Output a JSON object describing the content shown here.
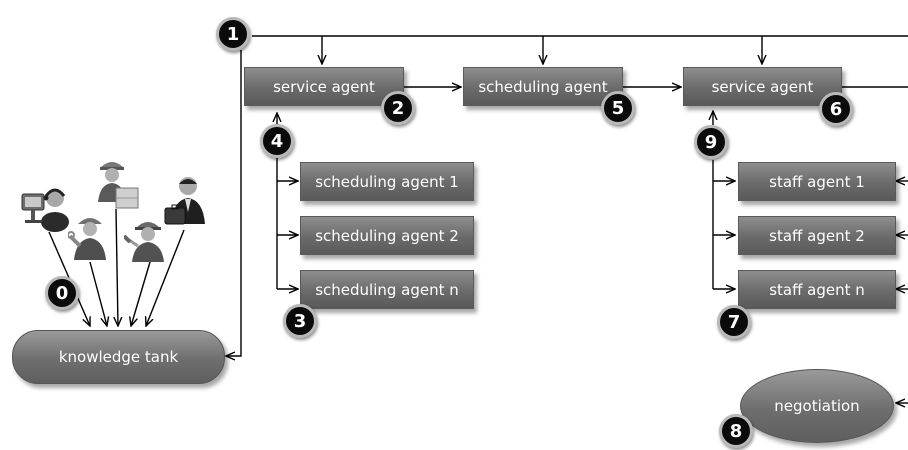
{
  "nodes": {
    "service_agent_1": "service agent",
    "scheduling_agent": "scheduling agent",
    "service_agent_2": "service agent",
    "scheduling_agent_1": "scheduling agent 1",
    "scheduling_agent_2": "scheduling agent 2",
    "scheduling_agent_n": "scheduling agent n",
    "staff_agent_1": "staff agent 1",
    "staff_agent_2": "staff agent 2",
    "staff_agent_n": "staff agent n",
    "knowledge_tank": "knowledge tank",
    "negotiation": "negotiation"
  },
  "badges": {
    "b0": "0",
    "b1": "1",
    "b2": "2",
    "b3": "3",
    "b4": "4",
    "b5": "5",
    "b6": "6",
    "b7": "7",
    "b8": "8",
    "b9": "9"
  },
  "icons": [
    "headset-user-icon",
    "worker-with-box-icon",
    "businessman-icon",
    "mechanic-icon",
    "construction-worker-icon"
  ],
  "colors": {
    "box": "#6e6e6e",
    "badge": "#0b0b0b",
    "line": "#000000"
  }
}
